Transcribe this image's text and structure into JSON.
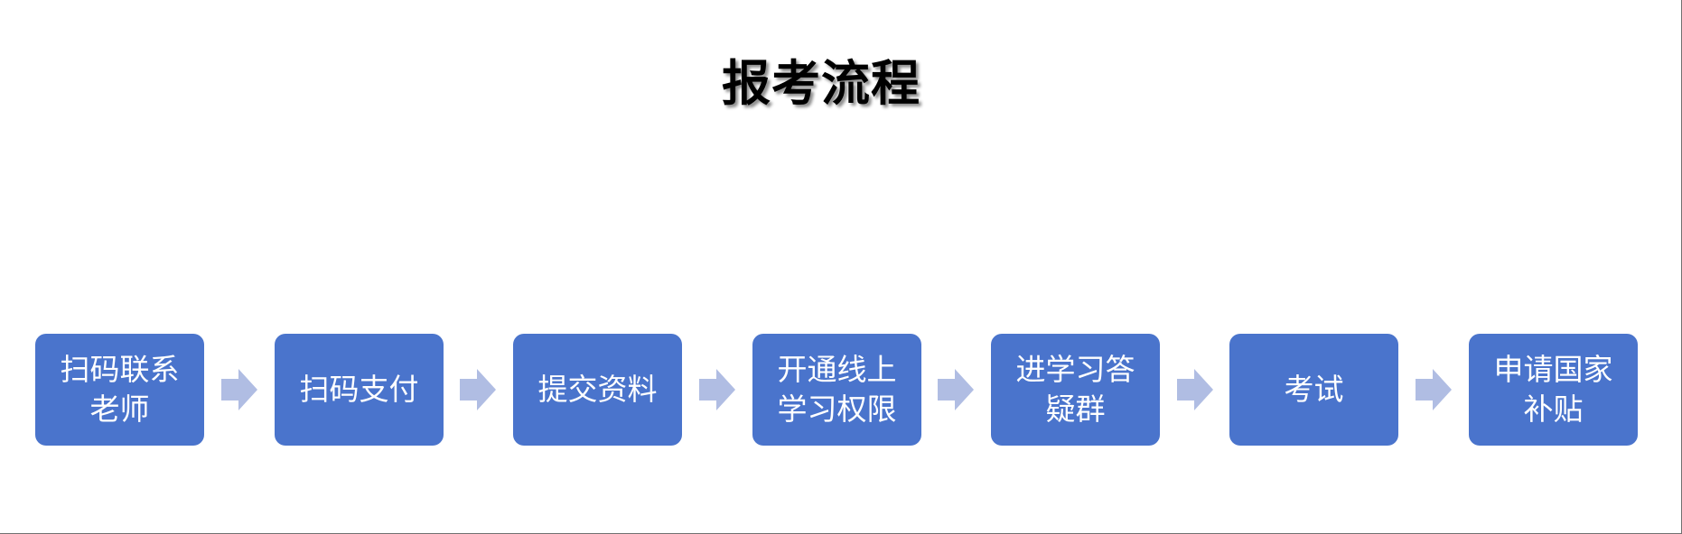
{
  "title": "报考流程",
  "colors": {
    "step_fill": "#4a74cc",
    "step_text": "#ffffff",
    "arrow_fill": "#b0bde3",
    "border": "#707070"
  },
  "steps": [
    {
      "label": "扫码联系老师",
      "lines": [
        "扫码联系",
        "老师"
      ]
    },
    {
      "label": "扫码支付",
      "lines": [
        "扫码支付"
      ]
    },
    {
      "label": "提交资料",
      "lines": [
        "提交资料"
      ]
    },
    {
      "label": "开通线上学习权限",
      "lines": [
        "开通线上",
        "学习权限"
      ]
    },
    {
      "label": "进学习答疑群",
      "lines": [
        "进学习答",
        "疑群"
      ]
    },
    {
      "label": "考试",
      "lines": [
        "考试"
      ]
    },
    {
      "label": "申请国家补贴",
      "lines": [
        "申请国家",
        "补贴"
      ]
    }
  ],
  "arrows": [
    {
      "icon": "right-arrow-icon"
    },
    {
      "icon": "right-arrow-icon"
    },
    {
      "icon": "right-arrow-icon"
    },
    {
      "icon": "right-arrow-icon"
    },
    {
      "icon": "right-arrow-icon"
    },
    {
      "icon": "right-arrow-icon"
    }
  ]
}
